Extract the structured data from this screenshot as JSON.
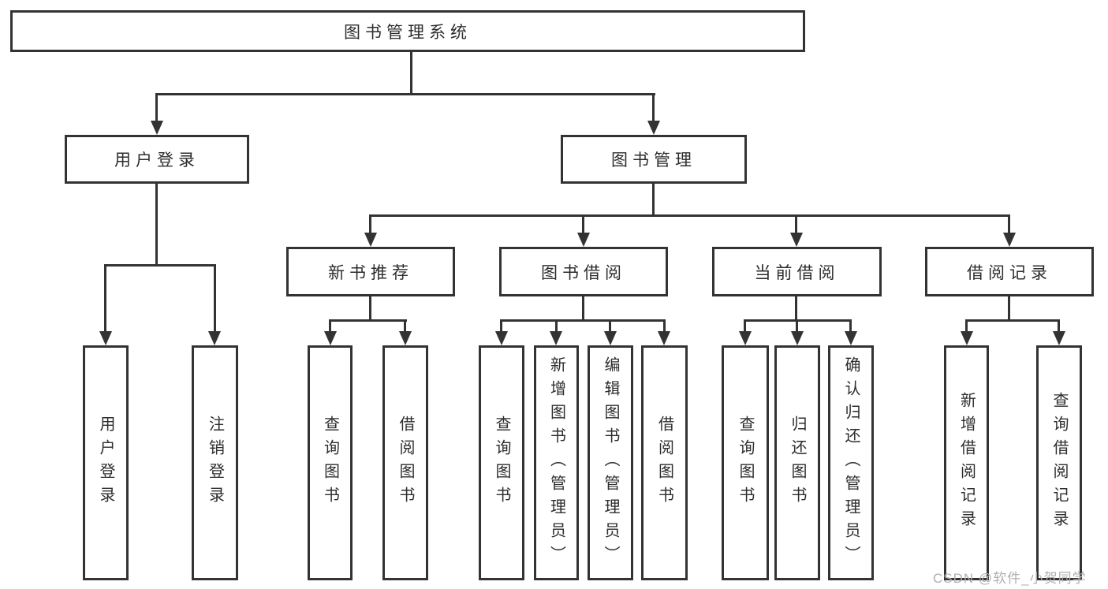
{
  "nodes": {
    "root": {
      "label": "图书管理系统"
    },
    "user_login": {
      "label": "用户登录"
    },
    "book_management": {
      "label": "图书管理"
    },
    "new_book_recommend": {
      "label": "新书推荐"
    },
    "book_borrowing": {
      "label": "图书借阅"
    },
    "current_borrowing": {
      "label": "当前借阅"
    },
    "borrowing_records": {
      "label": "借阅记录"
    },
    "ul_user_login": {
      "label": "用户登录"
    },
    "ul_logout": {
      "label": "注销登录"
    },
    "nb_query_books": {
      "label": "查询图书"
    },
    "nb_borrow_books": {
      "label": "借阅图书"
    },
    "bb_query_books": {
      "label": "查询图书"
    },
    "bb_add_books": {
      "label": "新增图书（管理员）"
    },
    "bb_edit_books": {
      "label": "编辑图书（管理员）"
    },
    "bb_borrow_books": {
      "label": "借阅图书"
    },
    "cb_query_books": {
      "label": "查询图书"
    },
    "cb_return_books": {
      "label": "归还图书"
    },
    "cb_confirm_return": {
      "label": "确认归还（管理员）"
    },
    "br_add_record": {
      "label": "新增借阅记录"
    },
    "br_query_record": {
      "label": "查询借阅记录"
    }
  },
  "watermark": "CSDN @软件_小贺同学",
  "colors": {
    "line": "#333333",
    "text": "#2d2d2d",
    "watermark": "#b0b0b0",
    "background": "#ffffff"
  }
}
